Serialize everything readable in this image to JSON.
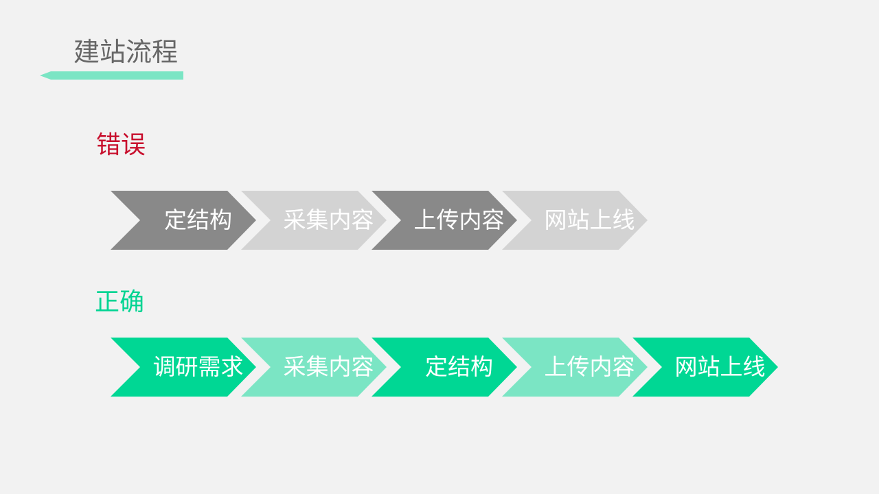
{
  "title": "建站流程",
  "accent_color": "#7be5c4",
  "wrong": {
    "label": "错误",
    "color": "#c8102e",
    "steps": [
      {
        "label": "定结构",
        "color": "#898989"
      },
      {
        "label": "采集内容",
        "color": "#d3d3d3"
      },
      {
        "label": "上传内容",
        "color": "#898989"
      },
      {
        "label": "网站上线",
        "color": "#d3d3d3"
      }
    ]
  },
  "right": {
    "label": "正确",
    "color": "#00d492",
    "steps": [
      {
        "label": "调研需求",
        "color": "#00d794"
      },
      {
        "label": "采集内容",
        "color": "#7be5c4"
      },
      {
        "label": "定结构",
        "color": "#00d794"
      },
      {
        "label": "上传内容",
        "color": "#7be5c4"
      },
      {
        "label": "网站上线",
        "color": "#00d794"
      }
    ]
  }
}
